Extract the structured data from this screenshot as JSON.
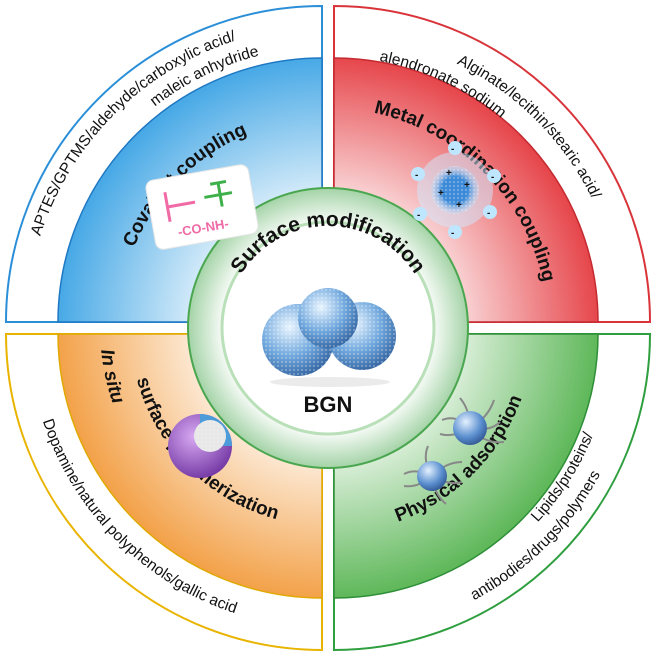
{
  "center": {
    "title": "Surface modification",
    "label": "BGN"
  },
  "quadrants": [
    {
      "id": "top-left",
      "method": "Covalent coupling",
      "agents": [
        "APTES/GPTMS/aldehyde/carboxylic acid/",
        "maleic anhydride"
      ],
      "chemistry_label": "-CO-NH-",
      "color": "#2b8fd8"
    },
    {
      "id": "top-right",
      "method": "Metal coordination coupling",
      "agents": [
        "Alginate/lecithin/stearic acid/",
        "alendronate sodium"
      ],
      "color": "#d8343a"
    },
    {
      "id": "bottom-left",
      "method_lines": [
        "In situ",
        "surface polymerization"
      ],
      "agents": [
        "Dopamine/natural polyphenols/gallic acid"
      ],
      "color": "#e9b400"
    },
    {
      "id": "bottom-right",
      "method": "Physical adsorption",
      "agents": [
        "Lipids/proteins/",
        "antibodies/drugs/polymers"
      ],
      "color": "#2e9e3e"
    }
  ]
}
